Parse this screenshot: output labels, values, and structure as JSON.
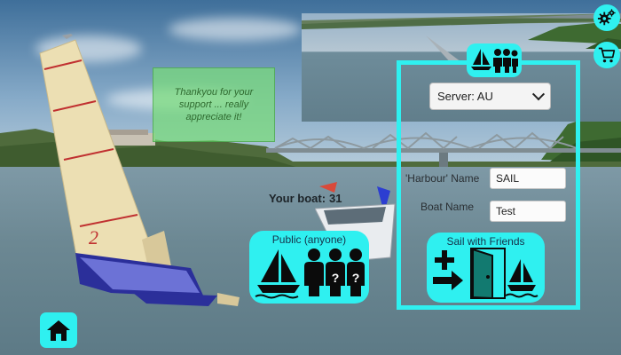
{
  "toast": {
    "line1": "Thankyou for your",
    "line2": "support ... really",
    "line3": "appreciate it!"
  },
  "boat_label": {
    "prefix": "Your boat:",
    "number": "31"
  },
  "server": {
    "selected": "Server: AU"
  },
  "form": {
    "harbour_label": "'Harbour' Name",
    "harbour_value": "SAIL",
    "boat_label": "Boat Name",
    "boat_value": "Test"
  },
  "buttons": {
    "public_label": "Public (anyone)",
    "friends_label": "Sail with Friends"
  },
  "icons": {
    "settings": "gear-icon",
    "shop": "shopping-cart-icon",
    "home": "home-icon",
    "panel_tab": "sailboat-group-icon"
  },
  "colors": {
    "accent": "#2ff0f0",
    "toast": "#78dc78",
    "icon_dark": "#0b0b0b",
    "door": "#127a70"
  }
}
